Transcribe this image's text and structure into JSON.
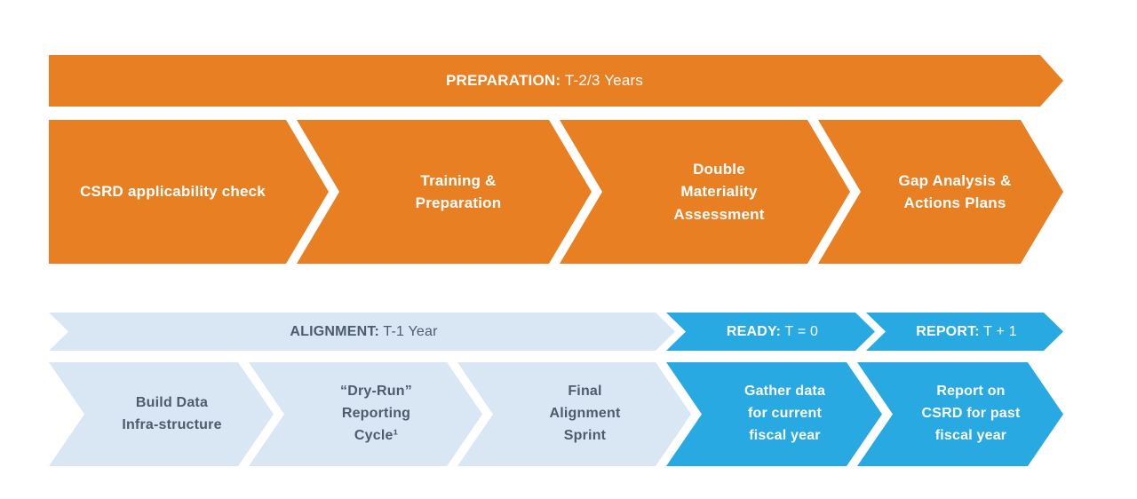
{
  "colors": {
    "orange": "#E87F22",
    "light_blue": "#D9E6F4",
    "bright_blue": "#29A9E1",
    "dark_text": "#4D5C6C",
    "white_text": "#FFFFFF"
  },
  "preparation": {
    "banner": {
      "phase": "PREPARATION:",
      "timing": " T-2/3 Years"
    },
    "steps": [
      {
        "label": "CSRD applicability check"
      },
      {
        "label": "Training &\nPreparation"
      },
      {
        "label": "Double\nMateriality\nAssessment"
      },
      {
        "label": "Gap Analysis &\nActions Plans"
      }
    ]
  },
  "alignment": {
    "banners": [
      {
        "phase": "ALIGNMENT:",
        "timing": " T-1 Year"
      },
      {
        "phase": "READY:",
        "timing": " T = 0"
      },
      {
        "phase": "REPORT:",
        "timing": " T + 1"
      }
    ],
    "steps": [
      {
        "label": "Build Data\nInfra-structure"
      },
      {
        "label": "“Dry-Run”\nReporting\nCycle¹"
      },
      {
        "label": "Final\nAlignment\nSprint"
      },
      {
        "label": "Gather data\nfor current\nfiscal year"
      },
      {
        "label": "Report on\nCSRD for past\nfiscal year"
      }
    ]
  }
}
